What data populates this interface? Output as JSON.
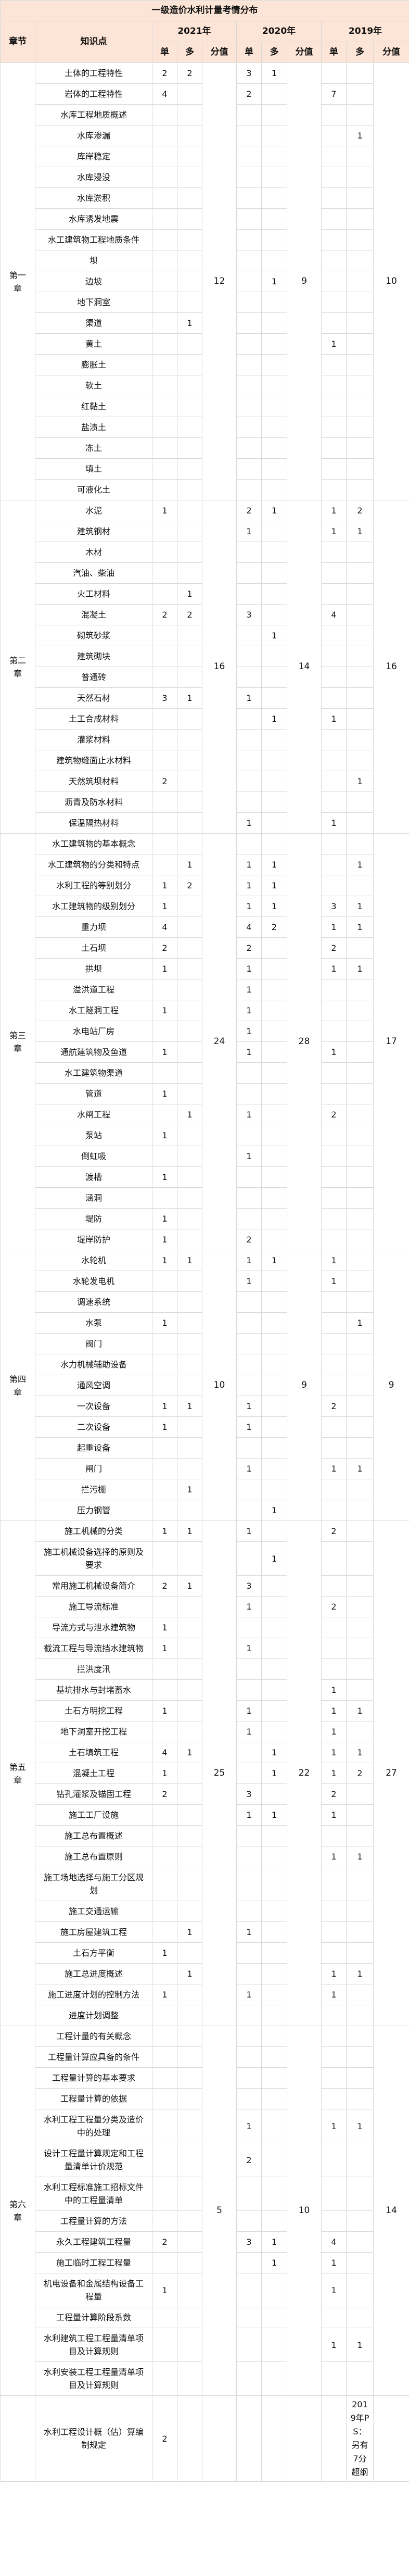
{
  "title": "一级造价水利计量考情分布",
  "headers": {
    "chapter": "章节",
    "point": "知识点",
    "years": [
      "2021年",
      "2020年",
      "2019年"
    ],
    "single": "单",
    "multi": "多",
    "score": "分值"
  },
  "chapters": [
    {
      "label": "第一章",
      "scores": [
        "12",
        "9",
        "10"
      ],
      "rows": [
        {
          "name": "土体的工程特性",
          "v": [
            "2",
            "2",
            "3",
            "1",
            "",
            ""
          ]
        },
        {
          "name": "岩体的工程特性",
          "v": [
            "4",
            "",
            "2",
            "",
            "7",
            ""
          ]
        },
        {
          "name": "水库工程地质概述",
          "v": [
            "",
            "",
            "",
            "",
            "",
            ""
          ]
        },
        {
          "name": "水库渗漏",
          "v": [
            "",
            "",
            "",
            "",
            "",
            "1"
          ]
        },
        {
          "name": "库岸稳定",
          "v": [
            "",
            "",
            "",
            "",
            "",
            ""
          ]
        },
        {
          "name": "水库浸没",
          "v": [
            "",
            "",
            "",
            "",
            "",
            ""
          ]
        },
        {
          "name": "水库淤积",
          "v": [
            "",
            "",
            "",
            "",
            "",
            ""
          ]
        },
        {
          "name": "水库诱发地震",
          "v": [
            "",
            "",
            "",
            "",
            "",
            ""
          ]
        },
        {
          "name": "水工建筑物工程地质条件",
          "v": [
            "",
            "",
            "",
            "",
            "",
            ""
          ]
        },
        {
          "name": "坝",
          "v": [
            "",
            "",
            "",
            "",
            "",
            ""
          ]
        },
        {
          "name": "边坡",
          "v": [
            "",
            "",
            "",
            "1",
            "",
            ""
          ]
        },
        {
          "name": "地下洞室",
          "v": [
            "",
            "",
            "",
            "",
            "",
            ""
          ]
        },
        {
          "name": "渠道",
          "v": [
            "",
            "1",
            "",
            "",
            "",
            ""
          ]
        },
        {
          "name": "黄土",
          "v": [
            "",
            "",
            "",
            "",
            "1",
            ""
          ]
        },
        {
          "name": "膨胀土",
          "v": [
            "",
            "",
            "",
            "",
            "",
            ""
          ]
        },
        {
          "name": "软土",
          "v": [
            "",
            "",
            "",
            "",
            "",
            ""
          ]
        },
        {
          "name": "红黏土",
          "v": [
            "",
            "",
            "",
            "",
            "",
            ""
          ]
        },
        {
          "name": "盐渍土",
          "v": [
            "",
            "",
            "",
            "",
            "",
            ""
          ]
        },
        {
          "name": "冻土",
          "v": [
            "",
            "",
            "",
            "",
            "",
            ""
          ]
        },
        {
          "name": "填土",
          "v": [
            "",
            "",
            "",
            "",
            "",
            ""
          ]
        },
        {
          "name": "可液化土",
          "v": [
            "",
            "",
            "",
            "",
            "",
            ""
          ]
        }
      ]
    },
    {
      "label": "第二章",
      "scores": [
        "16",
        "14",
        "16"
      ],
      "rows": [
        {
          "name": "水泥",
          "v": [
            "1",
            "",
            "2",
            "1",
            "1",
            "2"
          ]
        },
        {
          "name": "建筑钢材",
          "v": [
            "",
            "",
            "1",
            "",
            "1",
            "1"
          ]
        },
        {
          "name": "木材",
          "v": [
            "",
            "",
            "",
            "",
            "",
            ""
          ]
        },
        {
          "name": "汽油、柴油",
          "v": [
            "",
            "",
            "",
            "",
            "",
            ""
          ]
        },
        {
          "name": "火工材料",
          "v": [
            "",
            "1",
            "",
            "",
            "",
            ""
          ]
        },
        {
          "name": "混凝土",
          "v": [
            "2",
            "2",
            "3",
            "",
            "4",
            ""
          ]
        },
        {
          "name": "砌筑砂浆",
          "v": [
            "",
            "",
            "",
            "1",
            "",
            ""
          ]
        },
        {
          "name": "建筑砌块",
          "v": [
            "",
            "",
            "",
            "",
            "",
            ""
          ]
        },
        {
          "name": "普通砖",
          "v": [
            "",
            "",
            "",
            "",
            "",
            ""
          ]
        },
        {
          "name": "天然石材",
          "v": [
            "3",
            "1",
            "1",
            "",
            "",
            ""
          ]
        },
        {
          "name": "土工合成材料",
          "v": [
            "",
            "",
            "",
            "1",
            "1",
            ""
          ]
        },
        {
          "name": "灌浆材料",
          "v": [
            "",
            "",
            "",
            "",
            "",
            ""
          ]
        },
        {
          "name": "建筑物缝面止水材料",
          "v": [
            "",
            "",
            "",
            "",
            "",
            ""
          ]
        },
        {
          "name": "天然筑坝材料",
          "v": [
            "2",
            "",
            "",
            "",
            "",
            "1"
          ]
        },
        {
          "name": "沥青及防水材料",
          "v": [
            "",
            "",
            "",
            "",
            "",
            ""
          ]
        },
        {
          "name": "保温隔热材料",
          "v": [
            "",
            "",
            "1",
            "",
            "1",
            ""
          ]
        }
      ]
    },
    {
      "label": "第三章",
      "scores": [
        "24",
        "28",
        "17"
      ],
      "rows": [
        {
          "name": "水工建筑物的基本概念",
          "v": [
            "",
            "",
            "",
            "",
            "",
            ""
          ]
        },
        {
          "name": "水工建筑物的分类和特点",
          "v": [
            "",
            "1",
            "1",
            "1",
            "",
            "1"
          ]
        },
        {
          "name": "水利工程的等别划分",
          "v": [
            "1",
            "2",
            "1",
            "1",
            "",
            ""
          ]
        },
        {
          "name": "水工建筑物的级别划分",
          "v": [
            "1",
            "",
            "1",
            "1",
            "3",
            "1"
          ]
        },
        {
          "name": "重力坝",
          "v": [
            "4",
            "",
            "4",
            "2",
            "1",
            "1"
          ]
        },
        {
          "name": "土石坝",
          "v": [
            "2",
            "",
            "2",
            "",
            "2",
            ""
          ]
        },
        {
          "name": "拱坝",
          "v": [
            "1",
            "",
            "1",
            "",
            "1",
            "1"
          ]
        },
        {
          "name": "溢洪道工程",
          "v": [
            "",
            "",
            "1",
            "",
            "",
            ""
          ]
        },
        {
          "name": "水工隧洞工程",
          "v": [
            "1",
            "",
            "1",
            "",
            "",
            ""
          ]
        },
        {
          "name": "水电站厂房",
          "v": [
            "",
            "",
            "1",
            "",
            "",
            ""
          ]
        },
        {
          "name": "通航建筑物及鱼道",
          "v": [
            "1",
            "",
            "1",
            "",
            "1",
            ""
          ]
        },
        {
          "name": "水工建筑物渠道",
          "v": [
            "",
            "",
            "",
            "",
            "",
            ""
          ]
        },
        {
          "name": "管道",
          "v": [
            "1",
            "",
            "",
            "",
            "",
            ""
          ]
        },
        {
          "name": "水闸工程",
          "v": [
            "",
            "1",
            "1",
            "",
            "2",
            ""
          ]
        },
        {
          "name": "泵站",
          "v": [
            "1",
            "",
            "",
            "",
            "",
            ""
          ]
        },
        {
          "name": "倒虹吸",
          "v": [
            "",
            "",
            "1",
            "",
            "",
            ""
          ]
        },
        {
          "name": "渡槽",
          "v": [
            "1",
            "",
            "",
            "",
            "",
            ""
          ]
        },
        {
          "name": "涵洞",
          "v": [
            "",
            "",
            "",
            "",
            "",
            ""
          ]
        },
        {
          "name": "堤防",
          "v": [
            "1",
            "",
            "",
            "",
            "",
            ""
          ]
        },
        {
          "name": "堤岸防护",
          "v": [
            "1",
            "",
            "2",
            "",
            "",
            ""
          ]
        }
      ]
    },
    {
      "label": "第四章",
      "scores": [
        "10",
        "9",
        "9"
      ],
      "rows": [
        {
          "name": "水轮机",
          "v": [
            "1",
            "1",
            "1",
            "1",
            "1",
            ""
          ]
        },
        {
          "name": "水轮发电机",
          "v": [
            "",
            "",
            "1",
            "",
            "1",
            ""
          ]
        },
        {
          "name": "调速系统",
          "v": [
            "",
            "",
            "",
            "",
            "",
            ""
          ]
        },
        {
          "name": "水泵",
          "v": [
            "1",
            "",
            "",
            "",
            "",
            "1"
          ]
        },
        {
          "name": "阀门",
          "v": [
            "",
            "",
            "",
            "",
            "",
            ""
          ]
        },
        {
          "name": "水力机械辅助设备",
          "v": [
            "",
            "",
            "",
            "",
            "",
            ""
          ]
        },
        {
          "name": "通风空调",
          "v": [
            "",
            "",
            "",
            "",
            "",
            ""
          ]
        },
        {
          "name": "一次设备",
          "v": [
            "1",
            "1",
            "1",
            "",
            "2",
            ""
          ]
        },
        {
          "name": "二次设备",
          "v": [
            "1",
            "",
            "1",
            "",
            "",
            ""
          ]
        },
        {
          "name": "起重设备",
          "v": [
            "",
            "",
            "",
            "",
            "",
            ""
          ]
        },
        {
          "name": "闸门",
          "v": [
            "",
            "",
            "1",
            "",
            "1",
            "1"
          ]
        },
        {
          "name": "拦污栅",
          "v": [
            "",
            "1",
            "",
            "",
            "",
            ""
          ]
        },
        {
          "name": "压力钢管",
          "v": [
            "",
            "",
            "",
            "1",
            "",
            ""
          ]
        }
      ]
    },
    {
      "label": "第五章",
      "scores": [
        "25",
        "22",
        "27"
      ],
      "rows": [
        {
          "name": "施工机械的分类",
          "v": [
            "1",
            "1",
            "1",
            "",
            "2",
            ""
          ]
        },
        {
          "name": "施工机械设备选择的原则及要求",
          "v": [
            "",
            "",
            "",
            "1",
            "",
            ""
          ]
        },
        {
          "name": "常用施工机械设备简介",
          "v": [
            "2",
            "1",
            "3",
            "",
            "",
            ""
          ]
        },
        {
          "name": "施工导流标准",
          "v": [
            "",
            "",
            "1",
            "",
            "2",
            ""
          ]
        },
        {
          "name": "导流方式与泄水建筑物",
          "v": [
            "1",
            "",
            "",
            "",
            "",
            ""
          ]
        },
        {
          "name": "截流工程与导流挡水建筑物",
          "v": [
            "1",
            "",
            "1",
            "",
            "",
            ""
          ]
        },
        {
          "name": "拦洪度汛",
          "v": [
            "",
            "",
            "",
            "",
            "",
            ""
          ]
        },
        {
          "name": "基坑排水与封堵蓄水",
          "v": [
            "",
            "",
            "",
            "",
            "1",
            ""
          ]
        },
        {
          "name": "土石方明挖工程",
          "v": [
            "1",
            "",
            "1",
            "",
            "1",
            "1"
          ]
        },
        {
          "name": "地下洞室开挖工程",
          "v": [
            "",
            "",
            "1",
            "",
            "1",
            ""
          ]
        },
        {
          "name": "土石填筑工程",
          "v": [
            "4",
            "1",
            "",
            "1",
            "1",
            "1"
          ]
        },
        {
          "name": "混凝土工程",
          "v": [
            "1",
            "",
            "",
            "1",
            "1",
            "2"
          ]
        },
        {
          "name": "钻孔灌浆及锚固工程",
          "v": [
            "2",
            "",
            "3",
            "",
            "2",
            ""
          ]
        },
        {
          "name": "施工工厂设施",
          "v": [
            "",
            "",
            "1",
            "1",
            "1",
            ""
          ]
        },
        {
          "name": "施工总布置概述",
          "v": [
            "",
            "",
            "",
            "",
            "",
            ""
          ]
        },
        {
          "name": "施工总布置原则",
          "v": [
            "",
            "",
            "",
            "",
            "1",
            "1"
          ]
        },
        {
          "name": "施工场地选择与施工分区规划",
          "v": [
            "",
            "",
            "",
            "",
            "",
            ""
          ]
        },
        {
          "name": "施工交通运输",
          "v": [
            "",
            "",
            "",
            "",
            "",
            ""
          ]
        },
        {
          "name": "施工房屋建筑工程",
          "v": [
            "",
            "1",
            "1",
            "",
            "",
            ""
          ]
        },
        {
          "name": "土石方平衡",
          "v": [
            "1",
            "",
            "",
            "",
            "",
            ""
          ]
        },
        {
          "name": "施工总进度概述",
          "v": [
            "",
            "1",
            "",
            "",
            "1",
            "1"
          ]
        },
        {
          "name": "施工进度计划的控制方法",
          "v": [
            "1",
            "",
            "1",
            "",
            "1",
            ""
          ]
        },
        {
          "name": "进度计划调整",
          "v": [
            "",
            "",
            "",
            "",
            "",
            ""
          ]
        }
      ]
    },
    {
      "label": "第六章",
      "scores": [
        "5",
        "10",
        "14"
      ],
      "rows": [
        {
          "name": "工程计量的有关概念",
          "v": [
            "",
            "",
            "",
            "",
            "",
            ""
          ]
        },
        {
          "name": "工程量计算应具备的条件",
          "v": [
            "",
            "",
            "",
            "",
            "",
            ""
          ]
        },
        {
          "name": "工程量计算的基本要求",
          "v": [
            "",
            "",
            "",
            "",
            "",
            ""
          ]
        },
        {
          "name": "工程量计算的依据",
          "v": [
            "",
            "",
            "",
            "",
            "",
            ""
          ]
        },
        {
          "name": "水利工程工程量分类及造价中的处理",
          "v": [
            "",
            "",
            "1",
            "",
            "1",
            "1"
          ]
        },
        {
          "name": "设计工程量计算规定和工程量清单计价规范",
          "v": [
            "",
            "",
            "2",
            "",
            "",
            ""
          ]
        },
        {
          "name": "水利工程标准施工招标文件中的工程量清单",
          "v": [
            "",
            "",
            "",
            "",
            "",
            ""
          ]
        },
        {
          "name": "工程量计算的方法",
          "v": [
            "",
            "",
            "",
            "",
            "",
            ""
          ]
        },
        {
          "name": "永久工程建筑工程量",
          "v": [
            "2",
            "",
            "3",
            "1",
            "4",
            ""
          ]
        },
        {
          "name": "施工临时工程工程量",
          "v": [
            "",
            "",
            "",
            "1",
            "1",
            ""
          ]
        },
        {
          "name": "机电设备和金属结构设备工程量",
          "v": [
            "1",
            "",
            "",
            "",
            "1",
            ""
          ]
        },
        {
          "name": "工程量计算阶段系数",
          "v": [
            "",
            "",
            "",
            "",
            "",
            ""
          ]
        },
        {
          "name": "水利建筑工程工程量清单项目及计算规则",
          "v": [
            "",
            "",
            "",
            "",
            "1",
            "1"
          ]
        },
        {
          "name": "水利安装工程工程量清单项目及计算规则",
          "v": [
            "",
            "",
            "",
            "",
            "",
            ""
          ]
        }
      ]
    },
    {
      "label": "",
      "scores": [
        "",
        "",
        ""
      ],
      "rows": [
        {
          "name": "水利工程设计概（估）算编制规定",
          "v": [
            "2",
            "",
            "",
            "",
            "",
            "2019年PS：另有7分超纲"
          ]
        }
      ]
    }
  ]
}
